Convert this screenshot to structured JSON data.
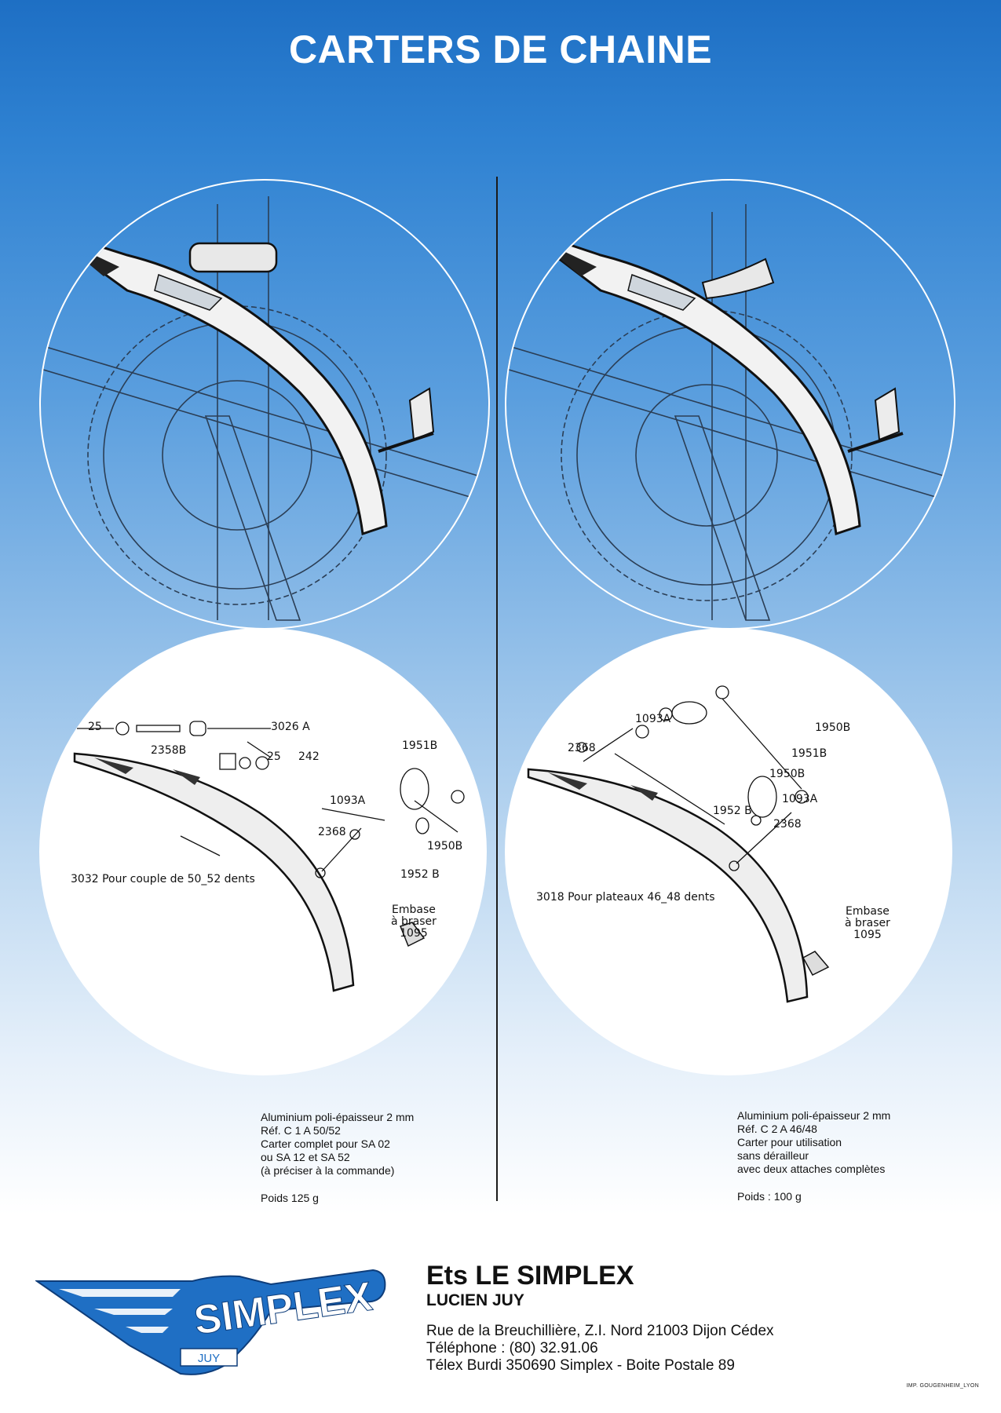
{
  "page": {
    "title": "CARTERS DE CHAINE"
  },
  "left_product": {
    "callouts": {
      "c25a": "25",
      "c2358b": "2358B",
      "c3026a": "3026 A",
      "c25b": "25",
      "c242": "242",
      "c1951b": "1951B",
      "c1093a": "1093A",
      "c2368": "2368",
      "c1950b": "1950B",
      "c1952b": "1952 B",
      "c3032": "3032 Pour couple de 50_52 dents",
      "embase_line1": "Embase",
      "embase_line2": "à braser",
      "embase_ref": "1095"
    },
    "spec_lines": [
      "Aluminium poli-épaisseur 2 mm",
      "Réf. C 1 A 50/52",
      "Carter complet pour SA 02",
      "ou SA 12 et SA 52",
      "(à préciser à la commande)"
    ],
    "weight": "Poids 125 g"
  },
  "right_product": {
    "callouts": {
      "c1093a_top": "1093A",
      "c2368_top": "2368",
      "c1950b_top": "1950B",
      "c1951b": "1951B",
      "c1950b_mid": "1950B",
      "c1952b": "1952 B",
      "c1093a_low": "1093A",
      "c2368_low": "2368",
      "c3018": "3018 Pour plateaux 46_48 dents",
      "embase_line1": "Embase",
      "embase_line2": "à braser",
      "embase_ref": "1095"
    },
    "spec_lines": [
      "Aluminium poli-épaisseur 2 mm",
      "Réf. C 2 A 46/48",
      "Carter pour utilisation",
      "sans dérailleur",
      "avec deux attaches complètes"
    ],
    "weight": "Poids : 100 g"
  },
  "logo": {
    "text": "SIMPLEX",
    "subtext": "JUY",
    "color": "#1f6fc4"
  },
  "company": {
    "name": "Ets LE SIMPLEX",
    "owner": "LUCIEN JUY",
    "address_lines": [
      "Rue de la Breuchillière, Z.I. Nord 21003 Dijon Cédex",
      "Téléphone : (80) 32.91.06",
      "Télex Burdi 350690 Simplex - Boite Postale 89"
    ]
  },
  "printer": "IMP. GOUGENHEIM_LYON"
}
